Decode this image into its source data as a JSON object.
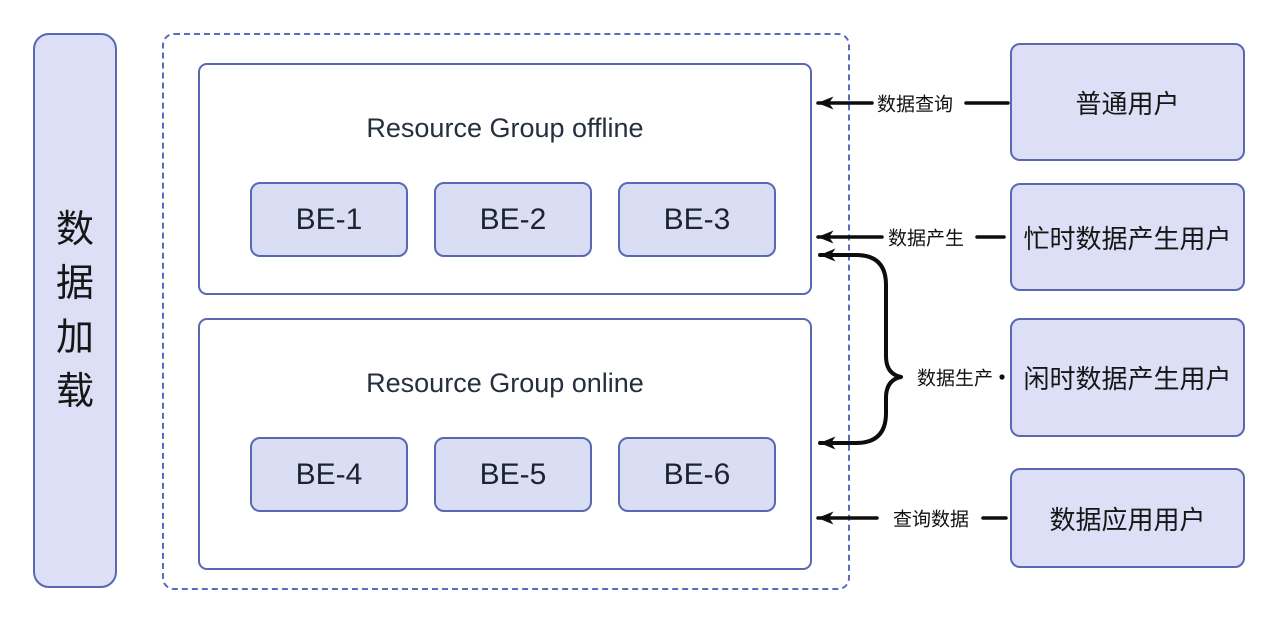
{
  "left_panel": {
    "label": "数据加载",
    "chars": [
      "数",
      "据",
      "加",
      "载"
    ]
  },
  "resource_cluster": {
    "groups": [
      {
        "title": "Resource Group offline",
        "nodes": [
          "BE-1",
          "BE-2",
          "BE-3"
        ]
      },
      {
        "title": "Resource Group online",
        "nodes": [
          "BE-4",
          "BE-5",
          "BE-6"
        ]
      }
    ]
  },
  "users": [
    {
      "label": "普通用户"
    },
    {
      "label": "忙时数据产生用户"
    },
    {
      "label": "闲时数据产生用户"
    },
    {
      "label": "数据应用用户"
    }
  ],
  "flows": [
    {
      "label": "数据查询",
      "from": "普通用户",
      "to": "Resource Group offline"
    },
    {
      "label": "数据产生",
      "from": "忙时数据产生用户",
      "to": "Resource Group offline"
    },
    {
      "label": "数据生产",
      "from": "闲时数据产生用户",
      "to": "Resource Group offline 和 Resource Group online"
    },
    {
      "label": "查询数据",
      "from": "数据应用用户",
      "to": "Resource Group online"
    }
  ],
  "colors": {
    "background": "#ffffff",
    "node_fill": "#d9def4",
    "pill_fill": "#dcdff5",
    "solid_border": "#5868b2",
    "dashed_border": "#5a6abc",
    "arrow": "#0d0d0d",
    "title_text": "#262f3d",
    "label_text": "#161616"
  }
}
